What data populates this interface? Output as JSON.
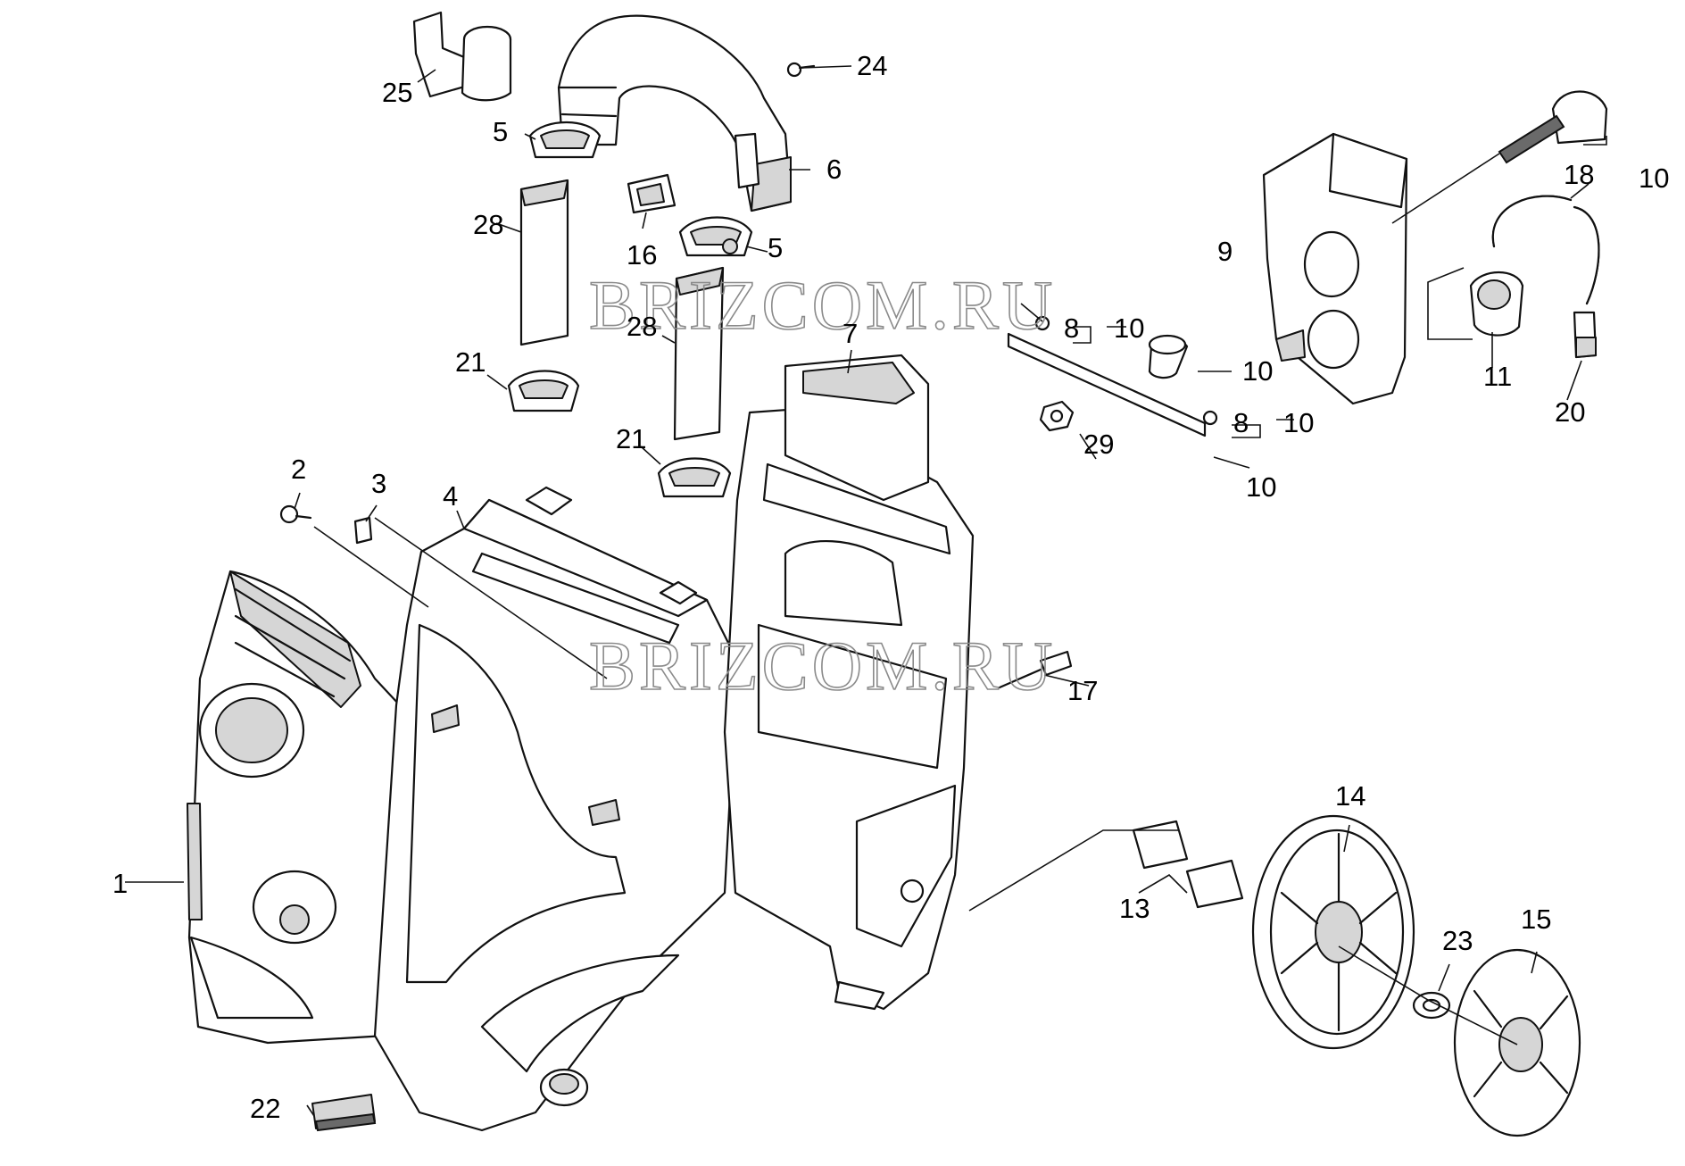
{
  "watermarks": [
    "BRIZCOM.RU",
    "BRIZCOM.RU"
  ],
  "callouts": [
    "1",
    "2",
    "3",
    "4",
    "5",
    "5",
    "6",
    "7",
    "8",
    "8",
    "9",
    "10",
    "10",
    "10",
    "10",
    "10",
    "10",
    "11",
    "13",
    "14",
    "15",
    "16",
    "17",
    "18",
    "20",
    "21",
    "21",
    "22",
    "23",
    "24",
    "25",
    "28",
    "28",
    "29"
  ]
}
